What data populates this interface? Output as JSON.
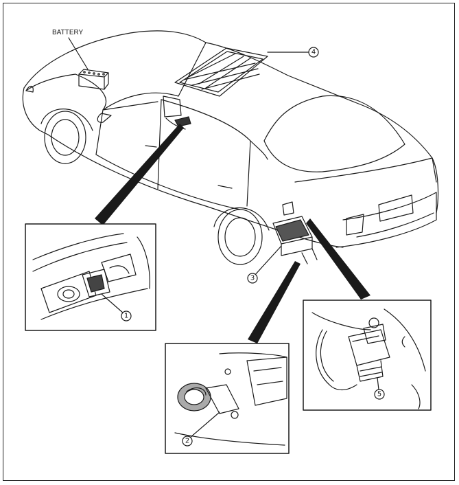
{
  "battery_label": "BATTERY",
  "callouts": [
    "1",
    "2",
    "3",
    "4",
    "5"
  ]
}
